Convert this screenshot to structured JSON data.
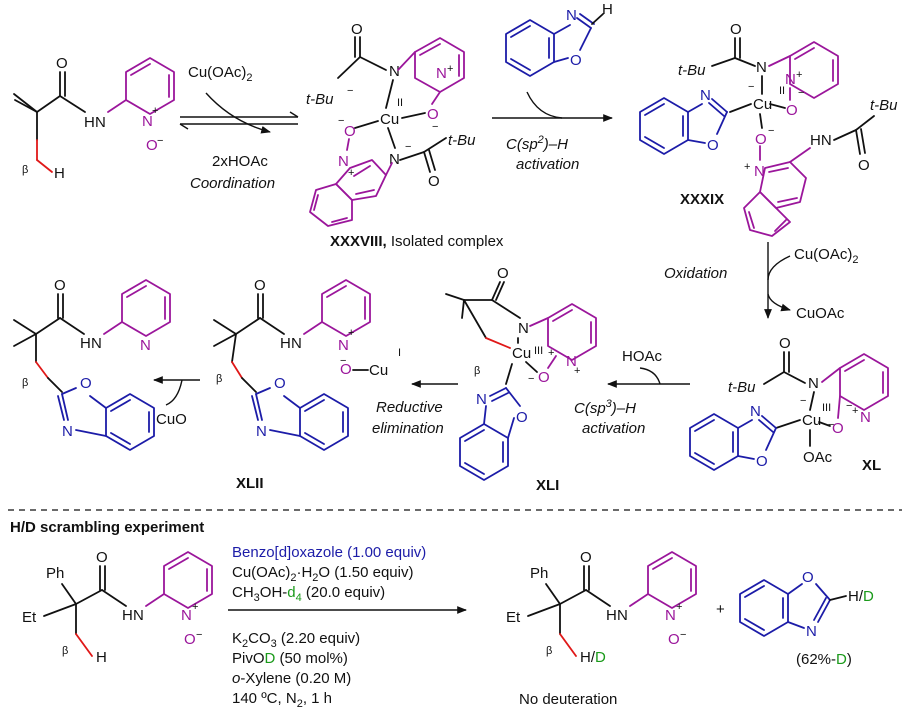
{
  "step1": {
    "reagent": "Cu(OAc)2",
    "byproduct": "2xHOAc",
    "label": "Coordination"
  },
  "complex38": {
    "id": "XXXVIII,",
    "note": "Isolated complex",
    "cu": "Cu",
    "ox": "II",
    "tbu": "t-Bu"
  },
  "step2": {
    "line1": "C(sp2)–H",
    "line2": "activation"
  },
  "complex39": {
    "id": "XXXIX",
    "cu": "Cu",
    "ox": "II",
    "tbu": "t-Bu"
  },
  "step3": {
    "label": "Oxidation",
    "reagent": "Cu(OAc)2",
    "product": "CuOAc"
  },
  "complex40": {
    "id": "XL",
    "cu": "Cu",
    "ox": "III",
    "tbu": "t-Bu",
    "oac": "OAc"
  },
  "step4": {
    "reagent": "HOAc",
    "line1": "C(sp3)–H",
    "line2": "activation"
  },
  "complex41": {
    "id": "XLI",
    "cu": "Cu",
    "ox": "III"
  },
  "step5": {
    "line1": "Reductive",
    "line2": "elimination"
  },
  "complex42": {
    "id": "XLII",
    "cu": "Cu",
    "ox": "I"
  },
  "step6": {
    "product": "CuO"
  },
  "scrambling": {
    "heading": "H/D scrambling experiment",
    "cond1": "Benzo[d]oxazole (1.00 equiv)",
    "cond2": "Cu(OAc)2·H2O (1.50 equiv)",
    "cond3": "CH3OH-d4 (20.0 equiv)",
    "cond4": "K2CO3 (2.20 equiv)",
    "cond5": "PivOD (50 mol%)",
    "cond6": "o-Xylene (0.20 M)",
    "cond7": "140 ºC, N2, 1 h",
    "result1": "No deuteration",
    "result2": "(62%-D)",
    "hd": "H/D",
    "plus": "+"
  },
  "atoms": {
    "N": "N",
    "O": "O",
    "H": "H",
    "Ph": "Ph",
    "Et": "Et",
    "beta": "β"
  }
}
